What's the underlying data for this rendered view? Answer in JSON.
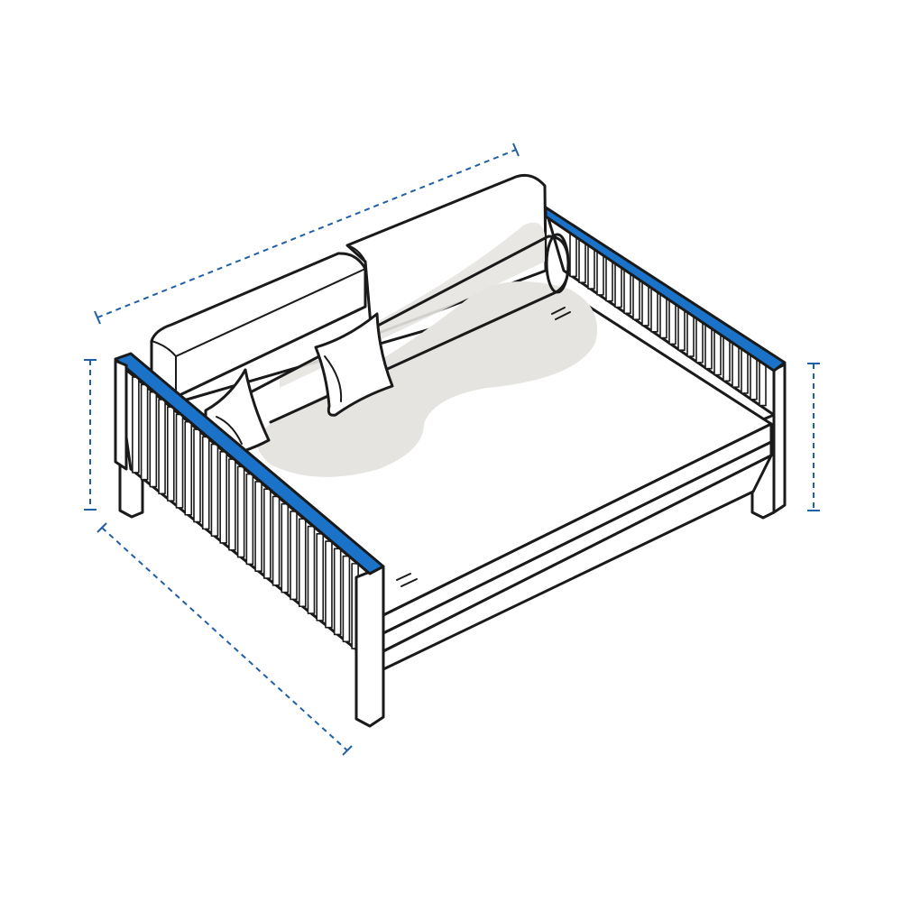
{
  "illustration": {
    "subject": "daybed",
    "colors": {
      "outline": "#1a1a1a",
      "fill": "#ffffff",
      "shadow": "#e6e4e1",
      "highlight": "#1a73c8",
      "dimension_line": "#1f5fa6"
    },
    "dimension_lines": [
      "width",
      "depth",
      "height-left",
      "height-right"
    ]
  }
}
